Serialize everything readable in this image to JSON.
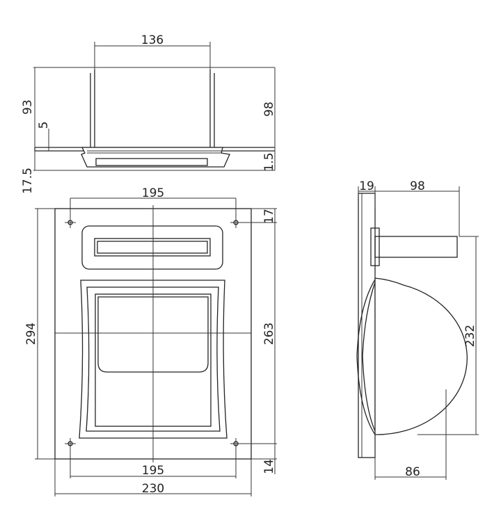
{
  "top_view": {
    "dims": {
      "width_top": "136",
      "height_left": "93",
      "offset_left": "5",
      "height_right": "98",
      "bottom_right": "1.5",
      "bottom_left": "17.5"
    }
  },
  "front_view": {
    "dims": {
      "hole_spacing_top": "195",
      "top_margin": "17",
      "total_height": "294",
      "inner_height": "263",
      "hole_spacing_bottom": "195",
      "total_width": "230",
      "bottom_margin": "14"
    }
  },
  "side_view": {
    "dims": {
      "plate_depth": "19",
      "tube_depth": "98",
      "bowl_height": "232",
      "bowl_depth": "86"
    }
  }
}
